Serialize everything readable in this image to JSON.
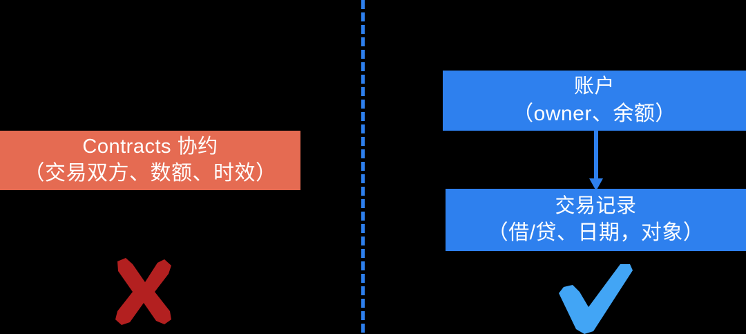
{
  "diagram": {
    "background_color": "#000000",
    "divider": {
      "name": "vertical-dashed-divider",
      "color": "#2E80EE",
      "style": "dashed"
    },
    "left_panel": {
      "verdict": "wrong",
      "verdict_mark": "cross-mark",
      "verdict_color": "#B32020",
      "box": {
        "color": "#E56B52",
        "title": "Contracts 协约",
        "detail": "（交易双方、数额、时效）"
      }
    },
    "right_panel": {
      "verdict": "correct",
      "verdict_mark": "check-mark",
      "verdict_color": "#42A5F5",
      "boxes": [
        {
          "color": "#2E80EE",
          "title": "账户",
          "detail": "（owner、余额）"
        },
        {
          "color": "#2E80EE",
          "title": "交易记录",
          "detail": "（借/贷、日期，对象）"
        }
      ],
      "connector": {
        "name": "downward-arrow",
        "color": "#2E80EE",
        "from": "账户",
        "to": "交易记录"
      }
    }
  }
}
